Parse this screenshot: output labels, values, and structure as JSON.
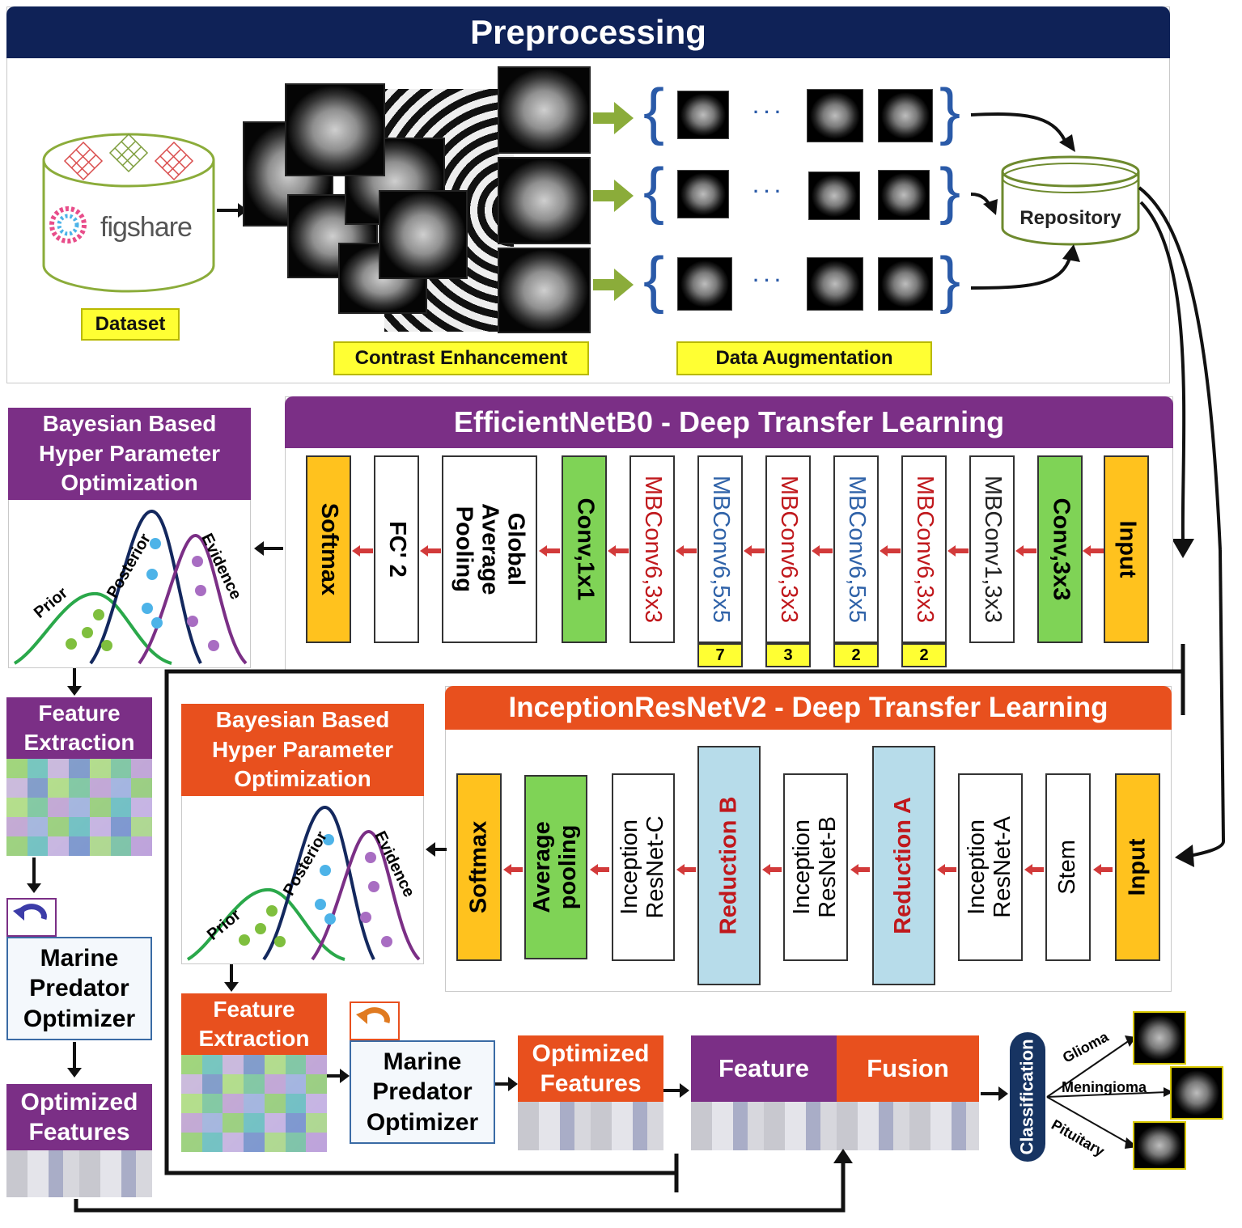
{
  "preprocessing": {
    "title": "Preprocessing",
    "dataset_label": "Dataset",
    "figshare_logo": "figshare",
    "contrast_label": "Contrast Enhancement",
    "augmentation_label": "Data Augmentation",
    "repository_label": "Repository",
    "ellipsis": "· · ·",
    "open_brace": "{",
    "close_brace": "}"
  },
  "efficientnet": {
    "title": "EfficientNetB0 - Deep Transfer Learning",
    "blocks": [
      {
        "label": "Softmax",
        "color": "#ffc21e"
      },
      {
        "label": "FC' 2",
        "color": "#ffffff"
      },
      {
        "label": "Global\nAverage\nPooling",
        "color": "#ffffff"
      },
      {
        "label": "Conv,1x1",
        "color": "#7fd356"
      },
      {
        "label": "MBConv6,3x3",
        "color": "#ffffff",
        "text_color": "#c0181c"
      },
      {
        "label": "MBConv6,5x5",
        "color": "#ffffff",
        "text_color": "#2f62a8",
        "repeat": "7"
      },
      {
        "label": "MBConv6,3x3",
        "color": "#ffffff",
        "text_color": "#c0181c",
        "repeat": "3"
      },
      {
        "label": "MBConv6,5x5",
        "color": "#ffffff",
        "text_color": "#2f62a8",
        "repeat": "2"
      },
      {
        "label": "MBConv6,3x3",
        "color": "#ffffff",
        "text_color": "#c0181c",
        "repeat": "2"
      },
      {
        "label": "MBConv1,3x3",
        "color": "#ffffff",
        "text_color": "#222222"
      },
      {
        "label": "Conv,3x3",
        "color": "#7fd356"
      },
      {
        "label": "Input",
        "color": "#ffc21e"
      }
    ]
  },
  "inception": {
    "title": "InceptionResNetV2 - Deep Transfer Learning",
    "blocks": [
      {
        "label": "Softmax",
        "color": "#ffc21e"
      },
      {
        "label": "Average\npooling",
        "color": "#7fd356"
      },
      {
        "label": "Inception\nResNet-C",
        "color": "#ffffff"
      },
      {
        "label": "Reduction B",
        "color": "#b7dcea",
        "text_color": "#c0181c"
      },
      {
        "label": "Inception\nResNet-B",
        "color": "#ffffff"
      },
      {
        "label": "Reduction A",
        "color": "#b7dcea",
        "text_color": "#c0181c"
      },
      {
        "label": "Inception\nResNet-A",
        "color": "#ffffff"
      },
      {
        "label": "Stem",
        "color": "#ffffff"
      },
      {
        "label": "Input",
        "color": "#ffc21e"
      }
    ]
  },
  "bayes_top": {
    "title": "Bayesian Based\nHyper Parameter\nOptimization",
    "prior": "Prior",
    "posterior": "Posterior",
    "evidence": "Evidence"
  },
  "bayes_bottom": {
    "title": "Bayesian Based\nHyper Parameter\nOptimization",
    "prior": "Prior",
    "posterior": "Posterior",
    "evidence": "Evidence"
  },
  "left_column": {
    "feature_extraction": "Feature\nExtraction",
    "marine_predator": "Marine\nPredator\nOptimizer",
    "optimized_features": "Optimized\nFeatures"
  },
  "bottom_row": {
    "feature_extraction": "Feature\nExtraction",
    "marine_predator": "Marine\nPredator\nOptimizer",
    "optimized_features": "Optimized\nFeatures",
    "feature": "Feature",
    "fusion": "Fusion",
    "classification": "Classification",
    "classes": [
      "Glioma",
      "Meningioma",
      "Pituitary"
    ]
  },
  "colors": {
    "preprocessing_banner": "#0f2257",
    "efficientnet_purple": "#7b2f86",
    "inception_orange": "#e8501e",
    "classification_navy": "#173462",
    "augment_arrow": "#8bac3a"
  }
}
